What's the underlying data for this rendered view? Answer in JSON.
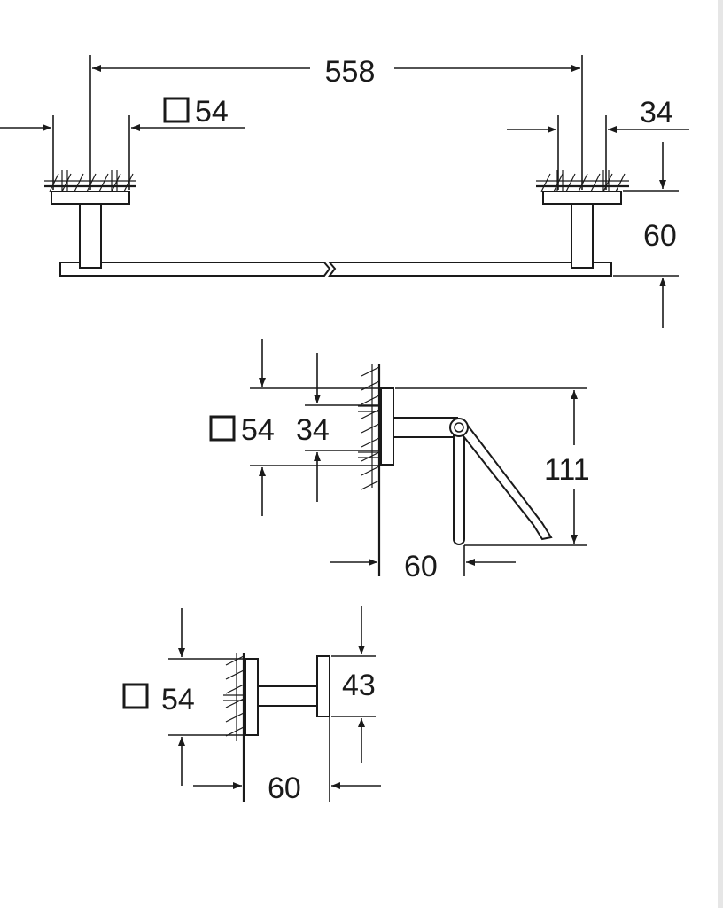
{
  "towel_rail": {
    "length": "558",
    "base_size": "54",
    "base_depth": "34",
    "projection": "60"
  },
  "paper_holder": {
    "base_size": "54",
    "base_depth": "34",
    "height": "111",
    "projection": "60"
  },
  "hook": {
    "base_size": "54",
    "head_height": "43",
    "projection": "60"
  },
  "colors": {
    "line": "#1a1a1a",
    "background": "#ffffff"
  }
}
